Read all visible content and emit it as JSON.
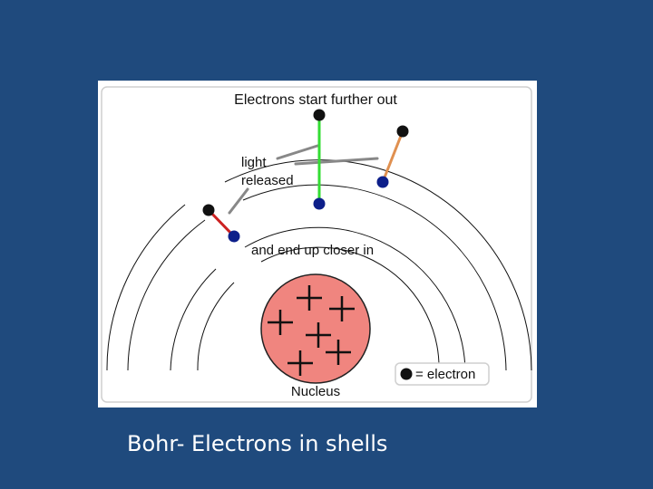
{
  "diagram": {
    "top_label": "Electrons start further out",
    "light_label_line1": "light",
    "light_label_line2": "released",
    "mid_label": "and end up closer in",
    "nucleus_label": "Nucleus",
    "legend_label": "= electron"
  },
  "caption": "Bohr- Electrons in shells",
  "colors": {
    "slide_background": "#1f4a7d",
    "nucleus_fill": "#f0857f",
    "electron_black": "#111111",
    "electron_blue": "#0d1f8a",
    "transition_green": "#33dd33",
    "transition_orange": "#e09050",
    "transition_red": "#cc2222",
    "light_ray": "#888888"
  }
}
